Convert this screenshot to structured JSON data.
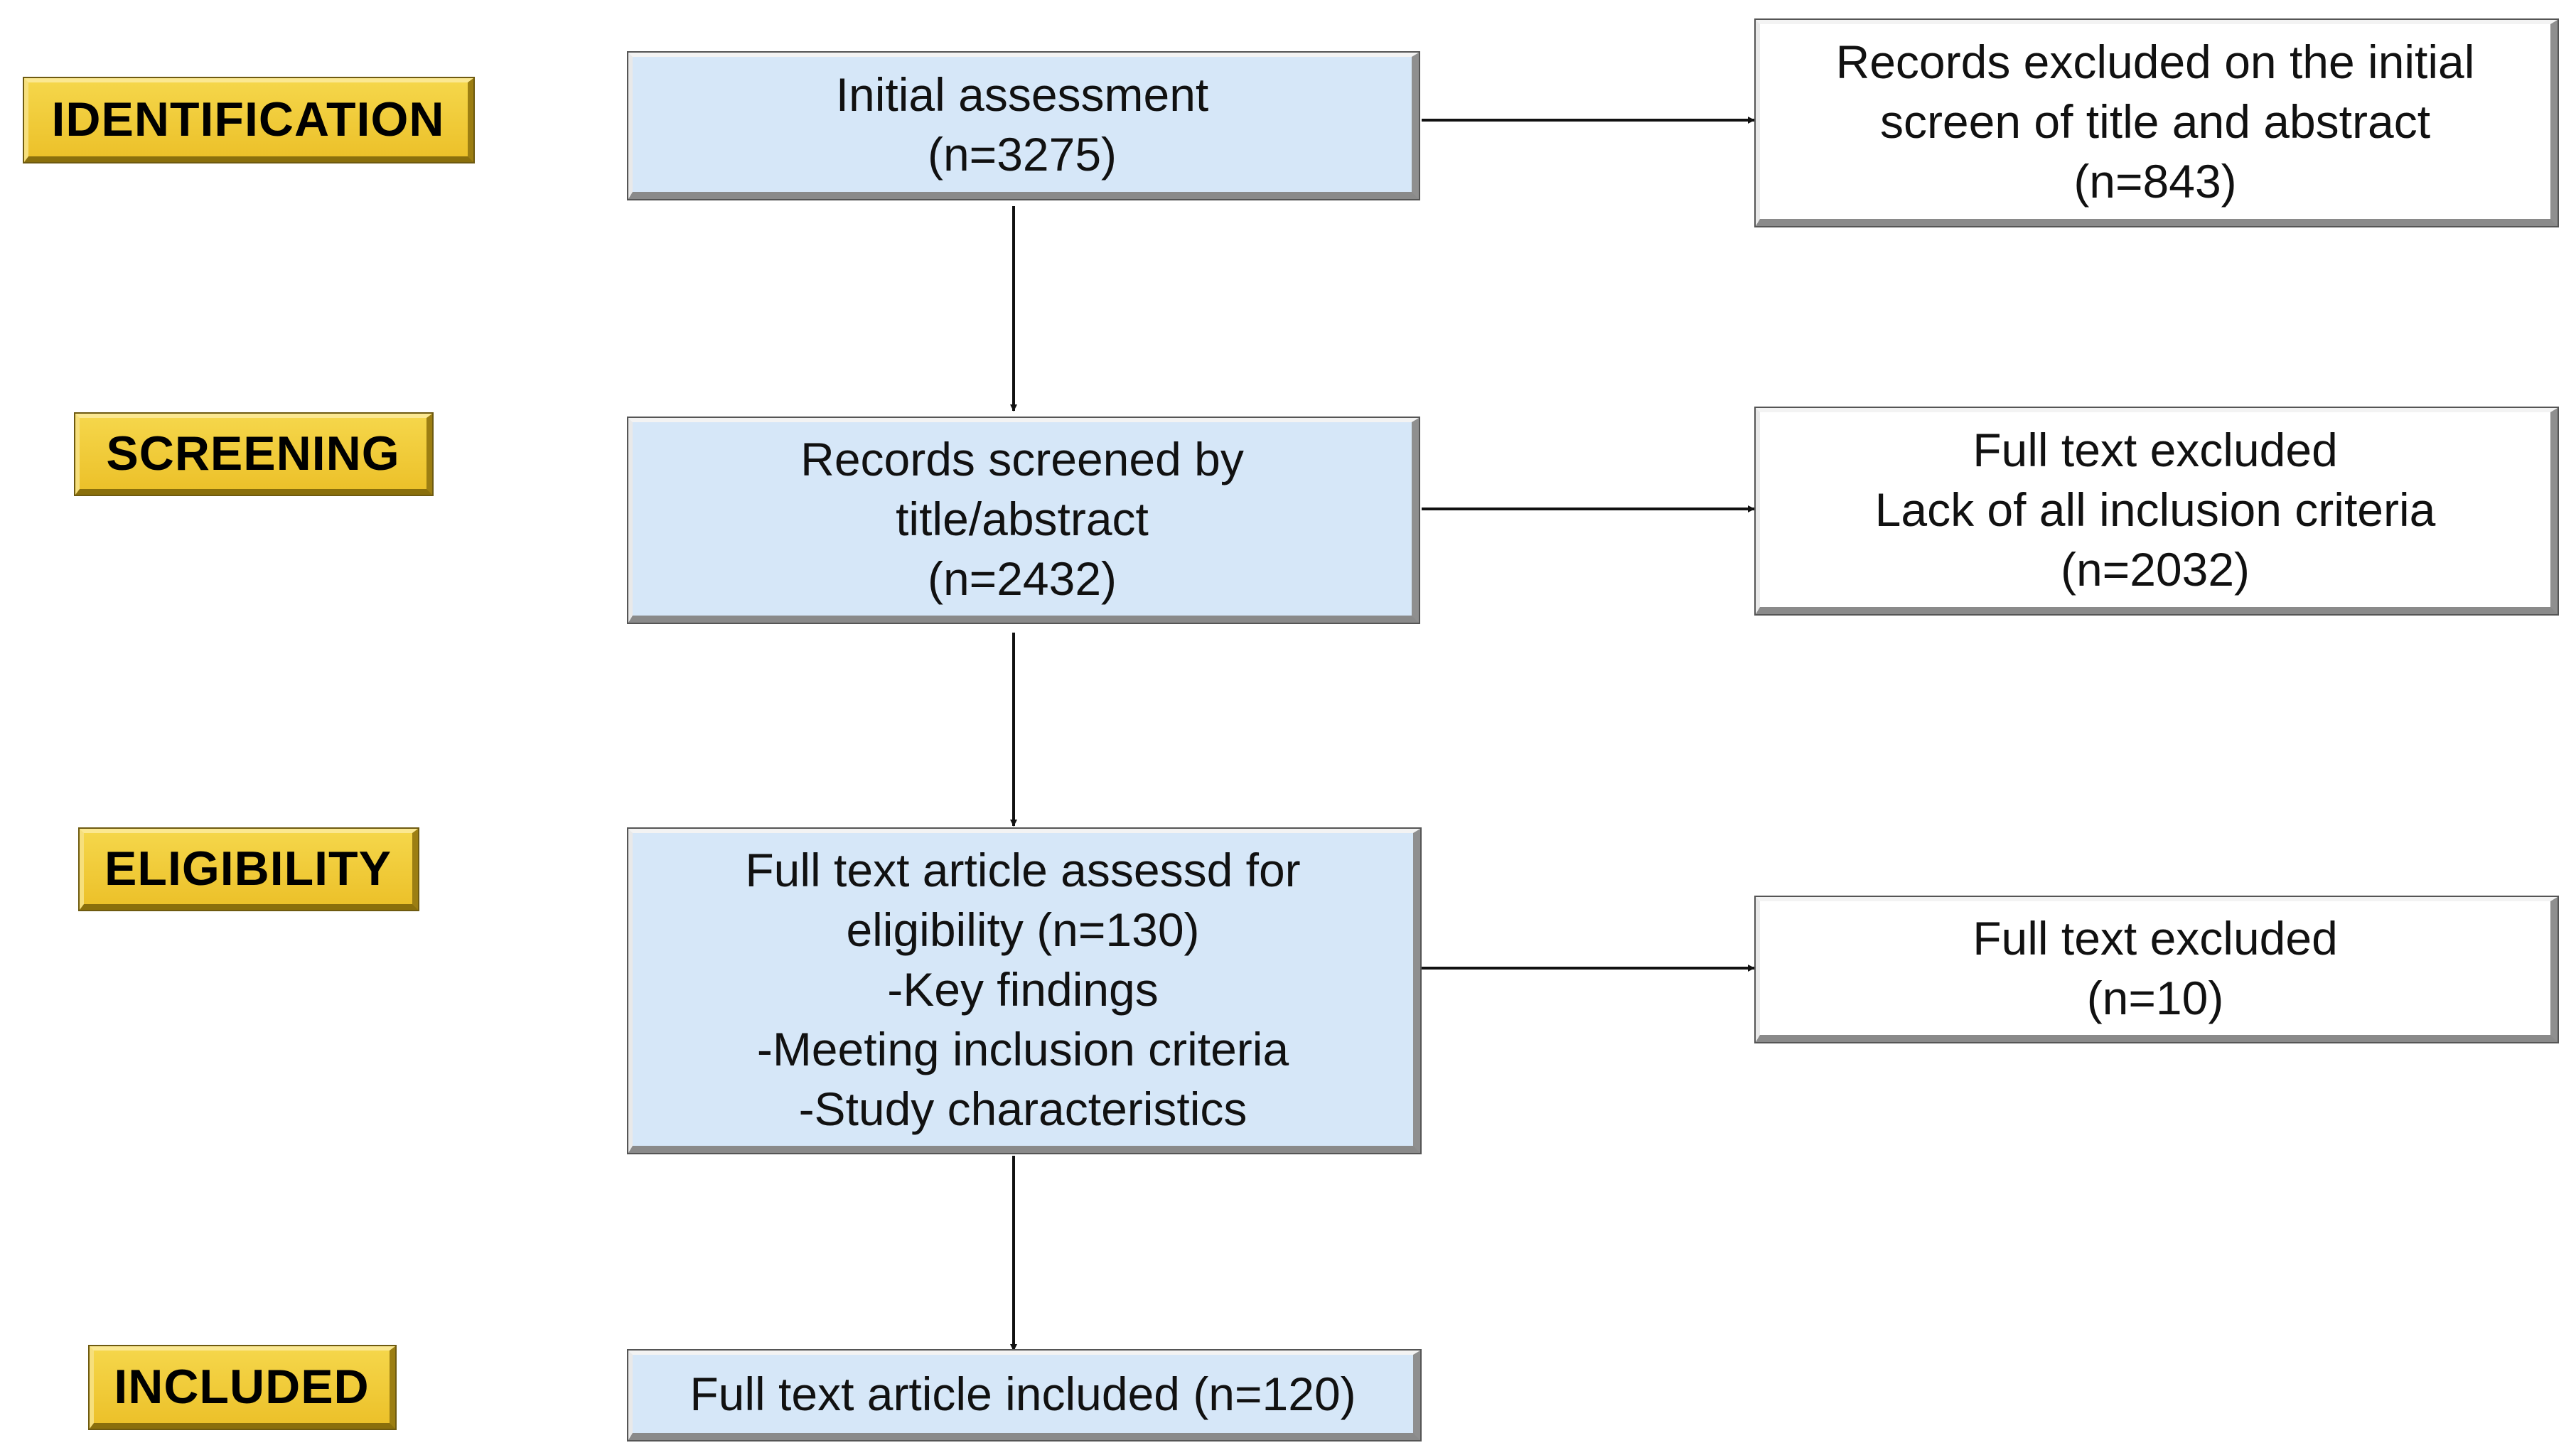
{
  "stages": {
    "identification": "IDENTIFICATION",
    "screening": "SCREENING",
    "eligibility": "ELIGIBILITY",
    "included": "INCLUDED"
  },
  "main_boxes": {
    "initial_assessment": [
      "Initial assessment",
      "(n=3275)"
    ],
    "screened": [
      "Records screened by",
      "title/abstract",
      "(n=2432)"
    ],
    "full_text_assessed": [
      "Full text article assessd for",
      "eligibility (n=130)",
      "-Key findings",
      "-Meeting inclusion criteria",
      "-Study characteristics"
    ],
    "included": [
      "Full text article included (n=120)"
    ]
  },
  "exclusion_boxes": {
    "title_abstract_excluded": [
      "Records excluded on the initial",
      "screen of title and abstract",
      "(n=843)"
    ],
    "criteria_excluded": [
      "Full text excluded",
      "Lack of all inclusion criteria",
      "(n=2032)"
    ],
    "eligibility_excluded": [
      "Full text excluded",
      "(n=10)"
    ]
  },
  "colors": {
    "stage_fill": "#ecc12a",
    "main_box_fill": "#d6e7f8",
    "exclusion_box_fill": "#ffffff",
    "arrow": "#111111"
  }
}
